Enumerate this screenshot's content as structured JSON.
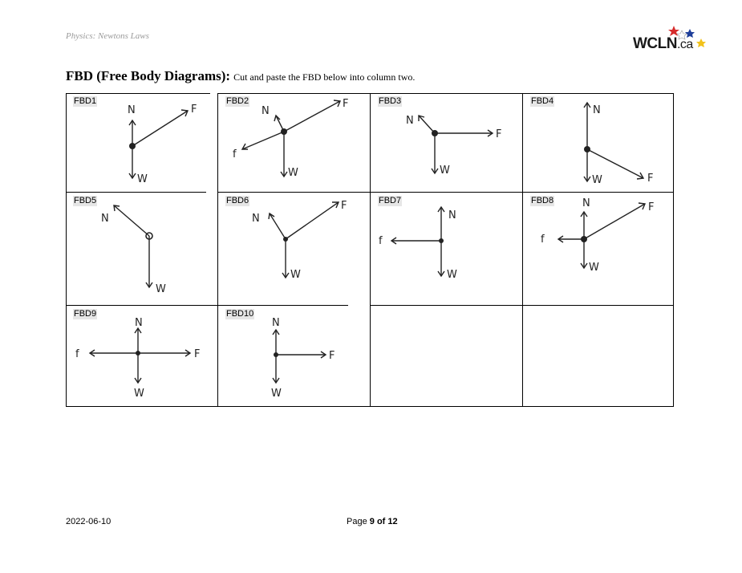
{
  "header": {
    "subject": "Physics: Newtons Laws",
    "logo_text": "WCLN",
    "logo_suffix": ".ca"
  },
  "title": {
    "bold": "FBD (Free Body Diagrams):",
    "instruction": "Cut and paste the FBD below into column two."
  },
  "cells": [
    {
      "label": "FBD1",
      "forces": [
        "N",
        "F",
        "W"
      ]
    },
    {
      "label": "FBD2",
      "forces": [
        "N",
        "F",
        "f",
        "W"
      ]
    },
    {
      "label": "FBD3",
      "forces": [
        "N",
        "F",
        "W"
      ]
    },
    {
      "label": "FBD4",
      "forces": [
        "N",
        "W",
        "F"
      ]
    },
    {
      "label": "FBD5",
      "forces": [
        "N",
        "W"
      ]
    },
    {
      "label": "FBD6",
      "forces": [
        "N",
        "F",
        "W"
      ]
    },
    {
      "label": "FBD7",
      "forces": [
        "N",
        "f",
        "W"
      ]
    },
    {
      "label": "FBD8",
      "forces": [
        "N",
        "F",
        "f",
        "W"
      ]
    },
    {
      "label": "FBD9",
      "forces": [
        "N",
        "f",
        "F",
        "W"
      ]
    },
    {
      "label": "FBD10",
      "forces": [
        "N",
        "F",
        "W"
      ]
    },
    {
      "label": "",
      "forces": []
    },
    {
      "label": "",
      "forces": []
    }
  ],
  "footer": {
    "date": "2022-06-10",
    "page_prefix": "Page",
    "page_current": "9",
    "page_of": "of",
    "page_total": "12"
  }
}
